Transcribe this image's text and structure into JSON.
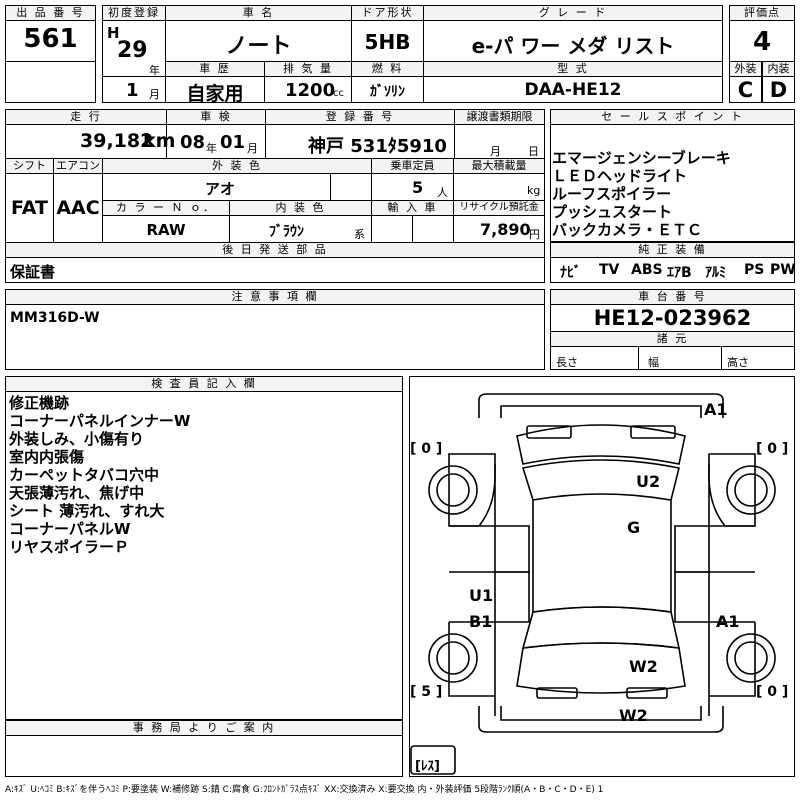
{
  "header": {
    "lot_no_label": "出 品 番 号",
    "lot_no": "561",
    "first_reg_label": "初度登録",
    "era": "H",
    "year": "29",
    "year_unit": "年",
    "month": "1",
    "month_unit": "月",
    "car_name_label": "車 名",
    "car_name": "ノート",
    "door_label": "ドア形状",
    "door": "5HB",
    "grade_label": "グ レ ー ド",
    "grade": "e-パ ワー メダ リスト",
    "score_label": "評価点",
    "score": "4",
    "history_label": "車 歴",
    "history": "自家用",
    "displacement_label": "排 気 量",
    "displacement": "1200",
    "displacement_unit": "cc",
    "fuel_label": "燃 料",
    "fuel": "ｶﾞｿﾘﾝ",
    "model_label": "型 式",
    "model": "DAA-HE12",
    "exterior_label": "外装",
    "exterior": "C",
    "interior_label": "内装",
    "interior": "D"
  },
  "row2": {
    "mileage_label": "走 行",
    "mileage": "39,182",
    "mileage_unit": "km",
    "inspection_label": "車 検",
    "insp_year": "08",
    "insp_year_unit": "年",
    "insp_month": "01",
    "insp_month_unit": "月",
    "reg_no_label": "登 録 番 号",
    "reg_no": "神戸 531ﾀ5910",
    "transfer_label": "譲渡書類期限",
    "transfer_month": "月",
    "transfer_day": "日",
    "shift_label": "シフト",
    "shift": "FAT",
    "aircon_label": "エアコン",
    "aircon": "AAC",
    "ext_color_label": "外 装 色",
    "ext_color": "アオ",
    "capacity_label": "乗車定員",
    "capacity": "5",
    "capacity_unit": "人",
    "max_load_label": "最大積載量",
    "max_load_unit": "kg",
    "color_no_label": "カ ラ ー Ｎ ｏ．",
    "color_no": "RAW",
    "int_color_label": "内 装 色",
    "int_color": "ﾌﾞﾗｳﾝ",
    "int_color_unit": "系",
    "import_label": "輸 入 車",
    "recycle_label": "リサイクル預託金",
    "recycle": "7,890",
    "recycle_unit": "円",
    "later_parts_label": "後 日 発 送 部 品",
    "later_parts": "保証書"
  },
  "sales": {
    "label": "セ ー ル ス ポ イ ン ト",
    "points": [
      "エマージェンシーブレーキ",
      "ＬＥＤヘッドライト",
      "ルーフスポイラー",
      "プッシュスタート",
      "バックカメラ・ＥＴＣ"
    ],
    "equip_label": "純 正 装 備",
    "equipment": [
      "ﾅﾋﾞ",
      "TV",
      "ABS",
      "ｴｱB",
      "ｱﾙﾐ",
      "PS",
      "PW"
    ]
  },
  "caution": {
    "label": "注 意 事 項 欄",
    "text": "MM316D-W"
  },
  "chassis": {
    "label": "車 台 番 号",
    "number": "HE12-023962",
    "dims_label": "諸 元",
    "length": "長さ",
    "width": "幅",
    "height": "高さ"
  },
  "inspector": {
    "label": "検 査 員 記 入 欄",
    "notes": [
      "修正機跡",
      "コーナーパネルインナーW",
      "外装しみ、小傷有り",
      "室内内張傷",
      "カーペットタバコ穴中",
      "天張薄汚れ、焦げ中",
      "シート 薄汚れ、すれ大",
      "コーナーパネルW",
      "リヤスポイラーＰ"
    ]
  },
  "office": {
    "label": "事 務 局 よ り ご 案 内"
  },
  "diagram": {
    "marks": [
      "A1",
      "U2",
      "G",
      "U1",
      "B1",
      "A1",
      "W2",
      "W2"
    ],
    "tire_fl": "[ 0 ]",
    "tire_fr": "[ 0 ]",
    "tire_rl": "[ 5 ]",
    "tire_rr": "[ 0 ]",
    "spare": "[ﾚｽ]"
  },
  "legend": "A:ｷｽﾞ U:ﾍｺﾐ B:ｷｽﾞを伴うﾍｺﾐ P:要塗装 W:補修跡 S:錆 C:腐食 G:ﾌﾛﾝﾄｶﾞﾗｽ点ｷｽﾞ XX:交換済み X:要交換 内・外装評価 5段階ﾗﾝｸ順(A・B・C・D・E) 1"
}
